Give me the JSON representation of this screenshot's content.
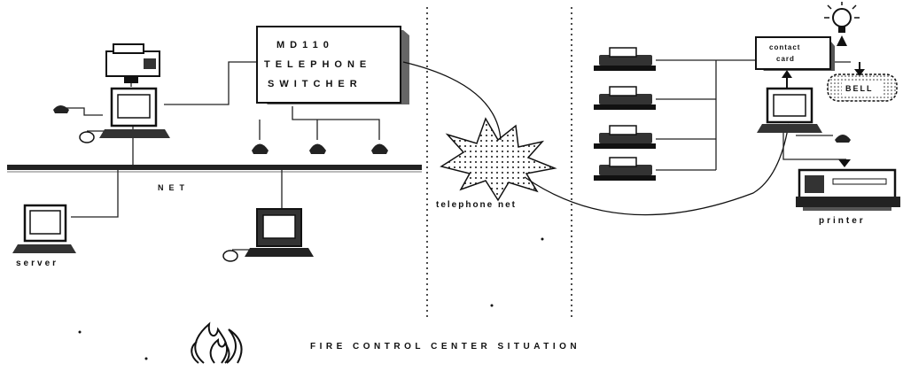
{
  "diagram": {
    "switcher": {
      "line1": "MD110",
      "line2": "TELEPHONE",
      "line3": "SWITCHER"
    },
    "net_label": "NET",
    "server_label": "server",
    "telephone_net_label": "telephone net",
    "contact_card_line1": "contact",
    "contact_card_line2": "card",
    "bell_label": "BELL",
    "printer_label": "printer",
    "caption": "FIRE CONTROL CENTER SITUATION"
  },
  "colors": {
    "ink": "#111111",
    "shade": "#444444",
    "background": "#ffffff"
  }
}
